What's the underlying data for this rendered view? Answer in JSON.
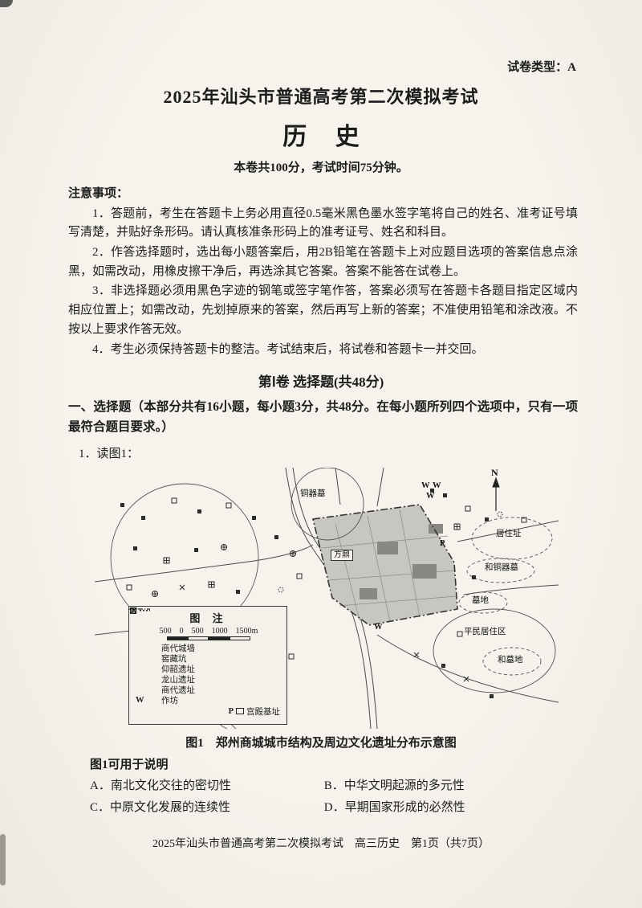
{
  "page": {
    "paper_type": "试卷类型：A",
    "title": "2025年汕头市普通高考第二次模拟考试",
    "subject": "历 史",
    "exam_info": "本卷共100分，考试时间75分钟。",
    "notice_title": "注意事项：",
    "notices": [
      "1．答题前，考生在答题卡上务必用直径0.5毫米黑色墨水签字笔将自己的姓名、准考证号填写清楚，并贴好条形码。请认真核准条形码上的准考证号、姓名和科目。",
      "2．作答选择题时，选出每小题答案后，用2B铅笔在答题卡上对应题目选项的答案信息点涂黑，如需改动，用橡皮擦干净后，再选涂其它答案。答案不能答在试卷上。",
      "3．非选择题必须用黑色字迹的钢笔或签字笔作答，答案必须写在答题卡各题目指定区域内相应位置上；如需改动，先划掉原来的答案，然后再写上新的答案；不准使用铅笔和涂改液。不按以上要求作答无效。",
      "4．考生必须保持答题卡的整洁。考试结束后，将试卷和答题卡一并交回。"
    ],
    "section_title": "第Ⅰ卷  选择题(共48分)",
    "intro": "一、选择题（本部分共有16小题，每小题3分，共48分。在每小题所列四个选项中，只有一项最符合题目要求。）",
    "q1_lead": "1．读图1：",
    "figure": {
      "legend_title": "图 注",
      "scale_labels": [
        "500",
        "0",
        "500",
        "1000",
        "1500m"
      ],
      "legend_items": [
        {
          "icon": "dashdot-line-icon",
          "label": "商代城墙"
        },
        {
          "icon": "x-mark-icon",
          "label": "窖藏坑"
        },
        {
          "icon": "circle-plus-icon",
          "label": "仰韶遗址"
        },
        {
          "icon": "dashed-circle-icon",
          "label": "龙山遗址"
        },
        {
          "icon": "crossed-square-icon",
          "label": "商代遗址"
        },
        {
          "icon": "letter-w-icon",
          "label": "作坊"
        },
        {
          "icon": "letter-p-icon",
          "label": "宫殿基址"
        }
      ],
      "labels": {
        "north": "N",
        "w": "W",
        "p": "P",
        "bronze_tomb": "铜器墓",
        "residence": "居住址",
        "and_bronze_tomb": "和铜器墓",
        "cemetery": "墓地",
        "commoner_area": "平民居住区",
        "and_cemetery": "和墓地",
        "fangding": "方鼎"
      },
      "caption": "图1　郑州商城城市结构及周边文化遗址分布示意图"
    },
    "q1_note": "图1可用于说明",
    "options": [
      "A．南北文化交往的密切性",
      "B．中华文明起源的多元性",
      "C．中原文化发展的连续性",
      "D．早期国家形成的必然性"
    ],
    "footer": "2025年汕头市普通高考第二次模拟考试　高三历史　第1页（共7页）"
  }
}
